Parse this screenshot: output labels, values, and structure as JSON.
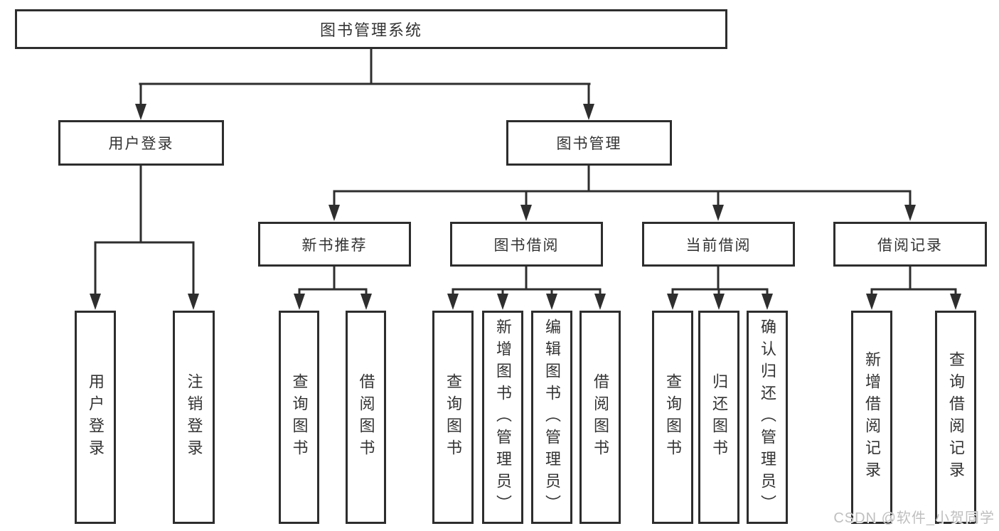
{
  "diagram_title": "图书管理系统",
  "tree": {
    "label": "图书管理系统",
    "children": [
      {
        "label": "用户登录",
        "children": [
          {
            "label": "用户登录"
          },
          {
            "label": "注销登录"
          }
        ]
      },
      {
        "label": "图书管理",
        "children": [
          {
            "label": "新书推荐",
            "children": [
              {
                "label": "查询图书"
              },
              {
                "label": "借阅图书"
              }
            ]
          },
          {
            "label": "图书借阅",
            "children": [
              {
                "label": "查询图书"
              },
              {
                "label": "新增图书（管理员）"
              },
              {
                "label": "编辑图书（管理员）"
              },
              {
                "label": "借阅图书"
              }
            ]
          },
          {
            "label": "当前借阅",
            "children": [
              {
                "label": "查询图书"
              },
              {
                "label": "归还图书"
              },
              {
                "label": "确认归还（管理员）"
              }
            ]
          },
          {
            "label": "借阅记录",
            "children": [
              {
                "label": "新增借阅记录"
              },
              {
                "label": "查询借阅记录"
              }
            ]
          }
        ]
      }
    ]
  },
  "watermark": "CSDN @软件_小贺同学",
  "colors": {
    "background": "#ffffff",
    "box_border": "#2d2d2d",
    "connector_line": "#2e2e2e",
    "text": "#333333",
    "watermark_text": "#bfbfbf"
  }
}
